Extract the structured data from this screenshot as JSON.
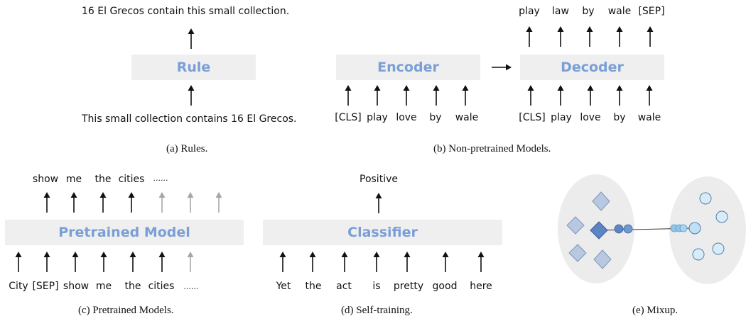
{
  "panel_a": {
    "output": "16 El Grecos contain this small collection.",
    "box": "Rule",
    "input": "This small collection contains 16 El Grecos.",
    "caption": "(a) Rules."
  },
  "panel_b": {
    "encoder": "Encoder",
    "decoder": "Decoder",
    "enc_inputs": [
      "[CLS]",
      "play",
      "love",
      "by",
      "wale"
    ],
    "dec_inputs": [
      "[CLS]",
      "play",
      "love",
      "by",
      "wale"
    ],
    "dec_outputs": [
      "play",
      "law",
      "by",
      "wale",
      "[SEP]"
    ],
    "caption": "(b) Non-pretrained Models."
  },
  "panel_c": {
    "box": "Pretrained Model",
    "outputs": [
      "show",
      "me",
      "the",
      "cities",
      "......"
    ],
    "inputs": [
      "City",
      "[SEP]",
      "show",
      "me",
      "the",
      "cities",
      "......"
    ],
    "caption": "(c) Pretrained Models."
  },
  "panel_d": {
    "box": "Classifier",
    "output": "Positive",
    "inputs": [
      "Yet",
      "the",
      "act",
      "is",
      "pretty",
      "good",
      "here"
    ],
    "caption": "(d) Self-training."
  },
  "panel_e": {
    "caption": "(e) Mixup."
  },
  "colors": {
    "box_fill": "#efefef",
    "box_text": "#7a9fd6",
    "arrow": "#111111",
    "arrow_faded": "#a6a6a6",
    "ellipse": "#ececec",
    "diamond": "#b8c8e0",
    "diamond_dark": "#5b85c4",
    "circle": "#d8ecf8",
    "circle_mid": "#8fc6ec"
  }
}
